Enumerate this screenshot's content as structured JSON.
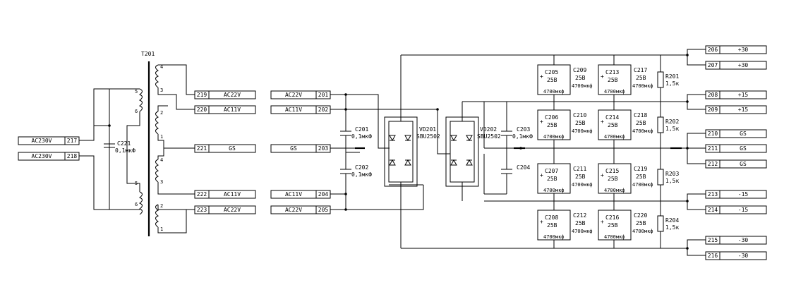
{
  "transformer": {
    "ref": "T201",
    "pins": {
      "p1_top": "5",
      "p1_bot": "6",
      "p2_top": "5",
      "p2_bot": "6",
      "s1_top": "4",
      "s1_mid": "3",
      "s1_a": "2",
      "s1_b": "1",
      "s2_top": "4",
      "s2_mid": "3",
      "s2_a": "2",
      "s2_b": "1"
    }
  },
  "input_cap": {
    "ref": "C221",
    "value": "0,1мкФ"
  },
  "left_connectors": [
    {
      "label": "AC230V",
      "num": "217"
    },
    {
      "label": "AC230V",
      "num": "218"
    }
  ],
  "trafo_outputs": [
    {
      "num": "219",
      "label": "AC22V"
    },
    {
      "num": "220",
      "label": "AC11V"
    },
    {
      "num": "221",
      "label": "GS"
    },
    {
      "num": "222",
      "label": "AC11V"
    },
    {
      "num": "223",
      "label": "AC22V"
    }
  ],
  "rect_inputs": [
    {
      "label": "AC22V",
      "num": "201"
    },
    {
      "label": "AC11V",
      "num": "202"
    },
    {
      "label": "GS",
      "num": "203"
    },
    {
      "label": "AC11V",
      "num": "204"
    },
    {
      "label": "AC22V",
      "num": "205"
    }
  ],
  "snubber_caps": [
    {
      "ref": "C201",
      "value": "0,1мкФ"
    },
    {
      "ref": "C202",
      "value": "0,1мкФ"
    },
    {
      "ref": "C203",
      "value": "0,1мкФ"
    },
    {
      "ref": "C204",
      "value": ""
    }
  ],
  "bridges": [
    {
      "ref": "VD201",
      "part": "SBU2502"
    },
    {
      "ref": "VD202",
      "part": "SBU2502"
    }
  ],
  "filter_caps": [
    {
      "ref": "C205",
      "v": "25B",
      "c": "4700мкф"
    },
    {
      "ref": "C209",
      "v": "25B",
      "c": "4700мкф"
    },
    {
      "ref": "C213",
      "v": "25B",
      "c": "4700мкф"
    },
    {
      "ref": "C217",
      "v": "25B",
      "c": "4700мкф"
    },
    {
      "ref": "C206",
      "v": "25B",
      "c": "4700мкф"
    },
    {
      "ref": "C210",
      "v": "25B",
      "c": "4700мкф"
    },
    {
      "ref": "C214",
      "v": "25B",
      "c": "4700мкф"
    },
    {
      "ref": "C218",
      "v": "25B",
      "c": "4700мкф"
    },
    {
      "ref": "C207",
      "v": "25B",
      "c": "4700мкф"
    },
    {
      "ref": "C211",
      "v": "25B",
      "c": "4700мкф"
    },
    {
      "ref": "C215",
      "v": "25B",
      "c": "4700мкф"
    },
    {
      "ref": "C219",
      "v": "25B",
      "c": "4700мкф"
    },
    {
      "ref": "C208",
      "v": "25B",
      "c": "4700мкф"
    },
    {
      "ref": "C212",
      "v": "25B",
      "c": "4700мкф"
    },
    {
      "ref": "C216",
      "v": "25B",
      "c": "4700мкф"
    },
    {
      "ref": "C220",
      "v": "25B",
      "c": "4700мкф"
    }
  ],
  "resistors": [
    {
      "ref": "R201",
      "value": "1,5к"
    },
    {
      "ref": "R202",
      "value": "1,5к"
    },
    {
      "ref": "R203",
      "value": "1,5к"
    },
    {
      "ref": "R204",
      "value": "1,5к"
    }
  ],
  "outputs": [
    {
      "num": "206",
      "label": "+30"
    },
    {
      "num": "207",
      "label": "+30"
    },
    {
      "num": "208",
      "label": "+15"
    },
    {
      "num": "209",
      "label": "+15"
    },
    {
      "num": "210",
      "label": "GS"
    },
    {
      "num": "211",
      "label": "GS"
    },
    {
      "num": "212",
      "label": "GS"
    },
    {
      "num": "213",
      "label": "-15"
    },
    {
      "num": "214",
      "label": "-15"
    },
    {
      "num": "215",
      "label": "-30"
    },
    {
      "num": "216",
      "label": "-30"
    }
  ]
}
